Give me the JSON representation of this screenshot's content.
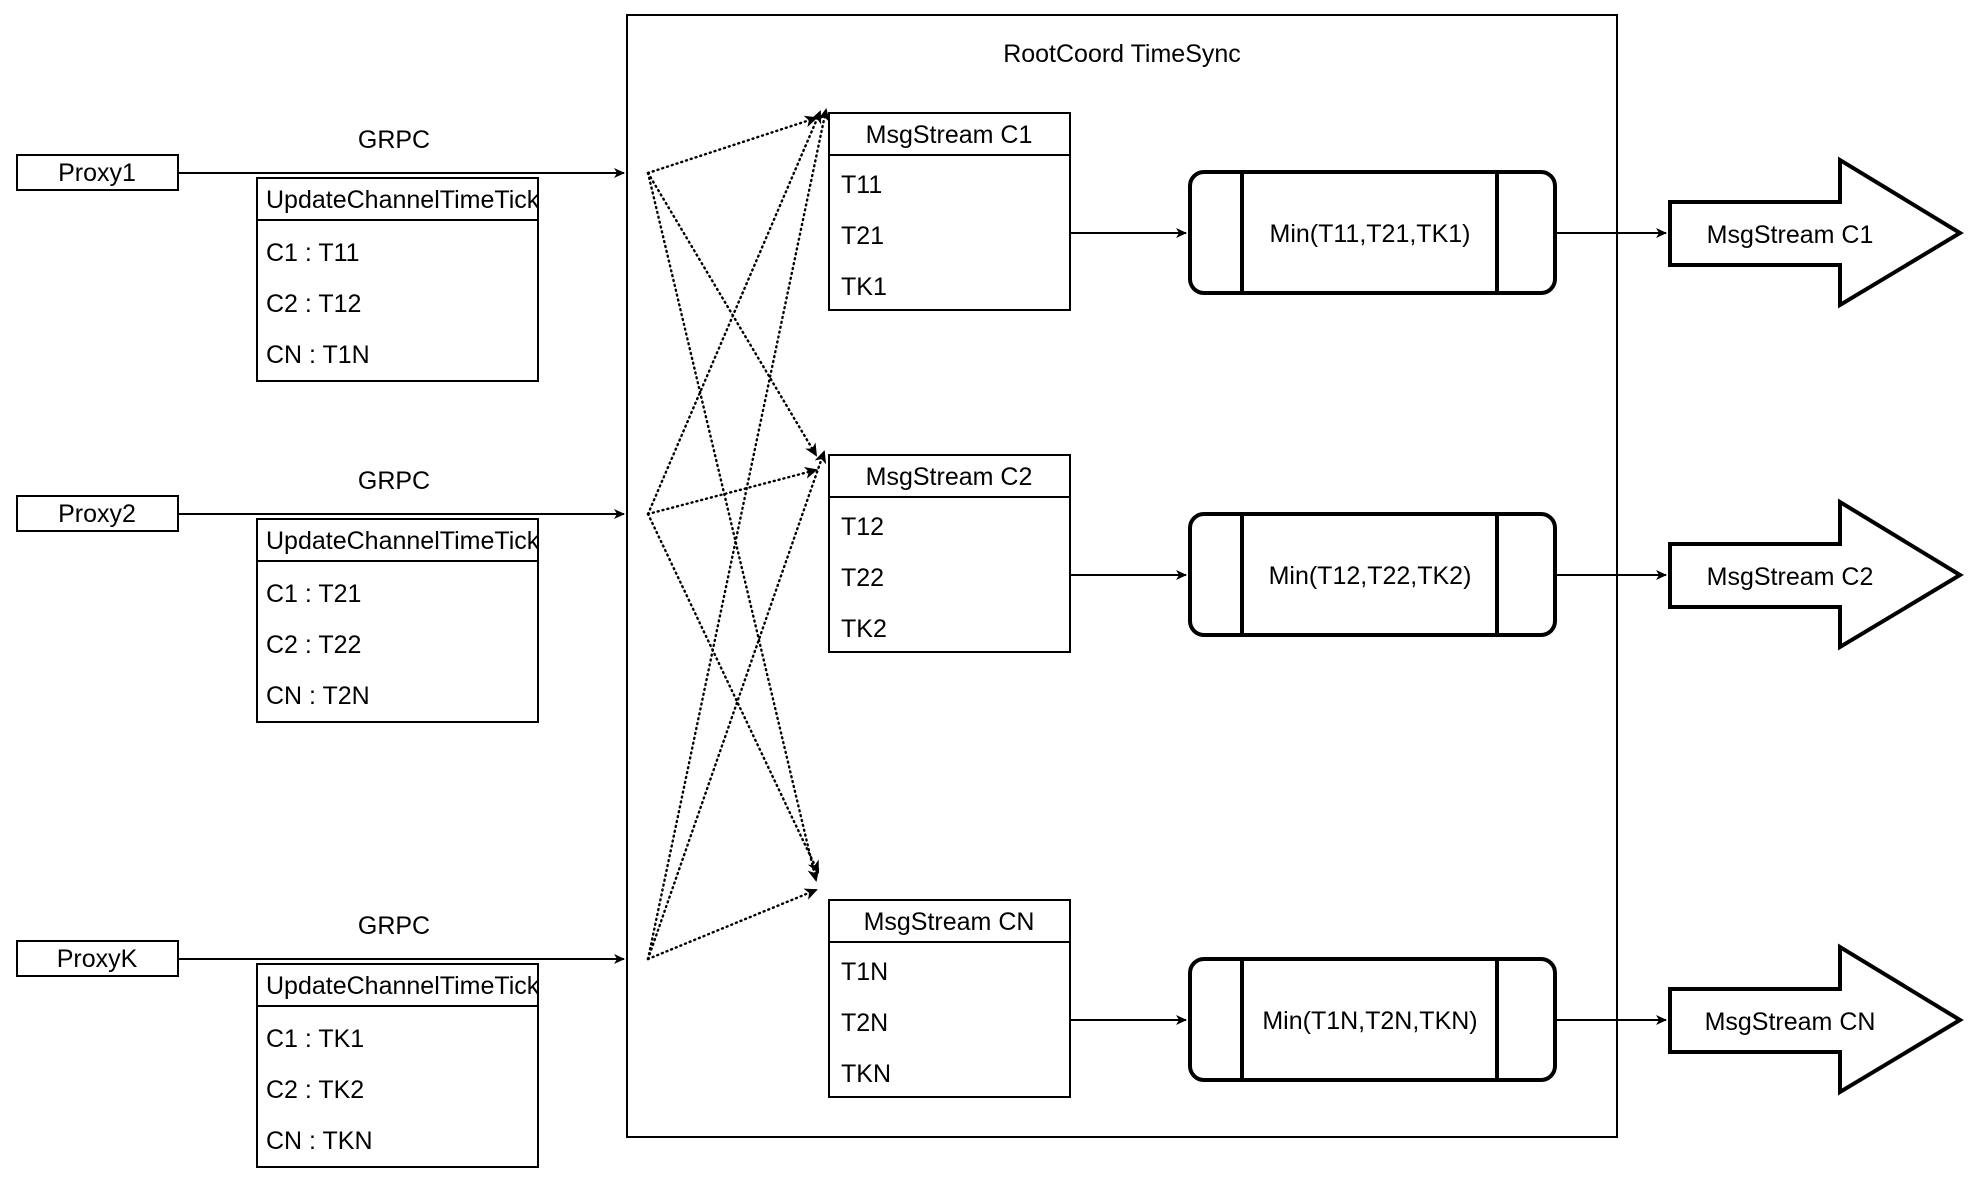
{
  "diagram": {
    "title": "RootCoord TimeSync",
    "container_label": "RootCoord TimeSync"
  },
  "proxies": [
    {
      "name": "Proxy1",
      "link_label": "GRPC",
      "request": {
        "header": "UpdateChannelTimeTick",
        "rows": [
          "C1 :  T11",
          "C2 :  T12",
          "CN : T1N"
        ]
      }
    },
    {
      "name": "Proxy2",
      "link_label": "GRPC",
      "request": {
        "header": "UpdateChannelTimeTick",
        "rows": [
          "C1 :  T21",
          "C2 :  T22",
          "CN : T2N"
        ]
      }
    },
    {
      "name": "ProxyK",
      "link_label": "GRPC",
      "request": {
        "header": "UpdateChannelTimeTick",
        "rows": [
          "C1 :  TK1",
          "C2 :  TK2",
          "CN : TKN"
        ]
      }
    }
  ],
  "channels": [
    {
      "stream": {
        "header": "MsgStream C1",
        "rows": [
          "T11",
          "T21",
          "TK1"
        ]
      },
      "process": "Min(T11,T21,TK1)",
      "output": "MsgStream C1"
    },
    {
      "stream": {
        "header": "MsgStream C2",
        "rows": [
          "T12",
          "T22",
          "TK2"
        ]
      },
      "process": "Min(T12,T22,TK2)",
      "output": "MsgStream C2"
    },
    {
      "stream": {
        "header": "MsgStream CN",
        "rows": [
          "T1N",
          "T2N",
          "TKN"
        ]
      },
      "process": "Min(T1N,T2N,TKN)",
      "output": "MsgStream CN"
    }
  ],
  "colors": {
    "stroke": "#000000",
    "background": "#ffffff",
    "text": "#000000"
  }
}
